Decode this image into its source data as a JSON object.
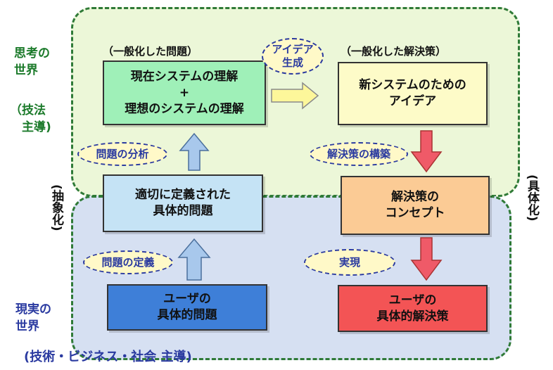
{
  "regions": {
    "thinking_label": "思考の\n世界",
    "method_label": "（技法\n　主導)",
    "reality_label": "現実の\n世界",
    "tech_label": "(技術・ビジネス・社会 主導)",
    "abstraction_label": "(抽象化)",
    "concretion_label": "(具体化)"
  },
  "captions": {
    "general_problem": "（一般化した問題）",
    "general_solution": "（一般化した解決策）"
  },
  "boxes": {
    "understanding": "現在システムの理解\n+\n理想のシステムの理解",
    "new_system_idea": "新システムのための\nアイデア",
    "defined_problem": "適切に定義された\n具体的問題",
    "solution_concept": "解決策の\nコンセプト",
    "user_problem": "ユーザの\n具体的問題",
    "user_solution": "ユーザの\n具体的解決策"
  },
  "steps": {
    "idea_generation": "アイデア\n生成",
    "problem_analysis": "問題の分析",
    "solution_building": "解決策の構築",
    "problem_definition": "問題の定義",
    "realization": "実現"
  },
  "colors": {
    "region_top_fill": "#ecf7d8",
    "region_bottom_fill": "#d6e0f2",
    "region_border": "#2f7a37",
    "green_box": "#9ff0b8",
    "yellow_box": "#fdfbc8",
    "light_blue_box": "#c5e3f5",
    "orange_box": "#fbcb95",
    "blue_box": "#3e7fd8",
    "red_box": "#f35455",
    "oval_fill": "#fff9c8",
    "oval_text": "#2a3aa0"
  }
}
